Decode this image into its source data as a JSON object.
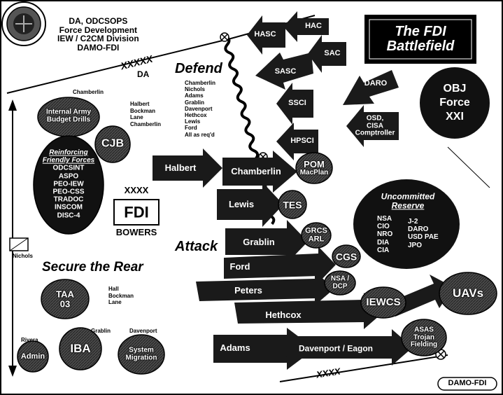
{
  "header": {
    "lines": [
      "DA, ODCSOPS",
      "Force Development",
      "IEW / C2CM Division",
      "DAMO-FDI"
    ]
  },
  "title": [
    "The FDI",
    "Battlefield"
  ],
  "objective": [
    "OBJ",
    "Force",
    "XXI"
  ],
  "boundaries": {
    "da_echelon": "XXXXX",
    "da_label": "DA",
    "fdi_echelon": "XXXX",
    "bottom_echelon": "XXXX"
  },
  "sections": {
    "defend": "Defend",
    "attack": "Attack",
    "secure_rear": "Secure the Rear"
  },
  "defend_list": [
    "Chamberlin",
    "Nichols",
    "Adams",
    "Grablin",
    "Davenport",
    "Hethcox",
    "Lewis",
    "Ford",
    "All as req'd"
  ],
  "cjb_list": [
    "Halbert",
    "Bockman",
    "Lane",
    "Chamberlin"
  ],
  "labels": {
    "chamberlin_top": "Chamberlin",
    "nichols": "Nichols",
    "grablin": "Grablin",
    "davenport": "Davenport",
    "rivera": "Rivera",
    "footer": "DAMO-FDI"
  },
  "taa_list": [
    "Hall",
    "Bockman",
    "Lane"
  ],
  "enemy_arrows": {
    "hac": "HAC",
    "hasc": "HASC",
    "sac": "SAC",
    "sasc": "SASC",
    "daro": "DARO",
    "ssci": "SSCI",
    "osd": [
      "OSD,",
      "CISA",
      "Comptroller"
    ],
    "hpsci": "HPSCI"
  },
  "attack_arrows": {
    "halbert": "Halbert",
    "chamberlin": "Chamberlin",
    "lewis": "Lewis",
    "grablin": "Grablin",
    "ford": "Ford",
    "peters": "Peters",
    "hethcox": "Hethcox",
    "adams": "Adams",
    "davenport": "Davenport / Eagon"
  },
  "objectives": {
    "pom": [
      "POM",
      "MacPlan"
    ],
    "tes": "TES",
    "grcs": [
      "GRCS",
      "ARL"
    ],
    "cgs": "CGS",
    "nsa": [
      "NSA /",
      "DCP"
    ],
    "iewcs": "IEWCS",
    "uavs": "UAVs",
    "asas": [
      "ASAS",
      "Trojan",
      "Fielding"
    ]
  },
  "rear_units": {
    "internal": [
      "Internal Army",
      "Budget Drills"
    ],
    "cjb": "CJB",
    "taa": [
      "TAA",
      "03"
    ],
    "iba": "IBA",
    "admin": "Admin",
    "system": [
      "System",
      "Migration"
    ]
  },
  "fdi": {
    "echelon": "XXXX",
    "name": "FDI",
    "commander": "BOWERS"
  },
  "reinforcing": {
    "title": [
      "Reinforcing",
      "Friendly Forces"
    ],
    "items": [
      "ODCSINT",
      "ASPO",
      "PEO-IEW",
      "PEO-CSS",
      "TRADOC",
      "INSCOM",
      "DISC-4"
    ]
  },
  "reserve": {
    "title": [
      "Uncommitted",
      "Reserve"
    ],
    "col1": [
      "NSA",
      "CIO",
      "NRO",
      "DIA",
      "CIA"
    ],
    "col2": [
      "J-2",
      "DARO",
      "USD PAE",
      "JPO"
    ]
  }
}
